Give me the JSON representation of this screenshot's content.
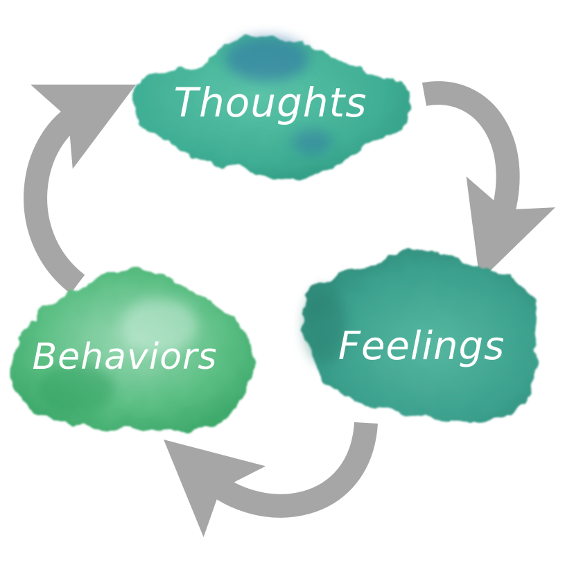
{
  "nodes": {
    "thoughts": {
      "label": "Thoughts"
    },
    "feelings": {
      "label": "Feelings"
    },
    "behaviors": {
      "label": "Behaviors"
    }
  },
  "colors": {
    "arrow": "#a6a6a6",
    "thoughts_main": "#3fae94",
    "thoughts_accent": "#2f6fa6",
    "feelings_main": "#3a9f8c",
    "feelings_dark": "#2a7f6f",
    "behaviors_main": "#5cbf84",
    "behaviors_accent": "#2f9e5f",
    "label": "#ffffff"
  }
}
